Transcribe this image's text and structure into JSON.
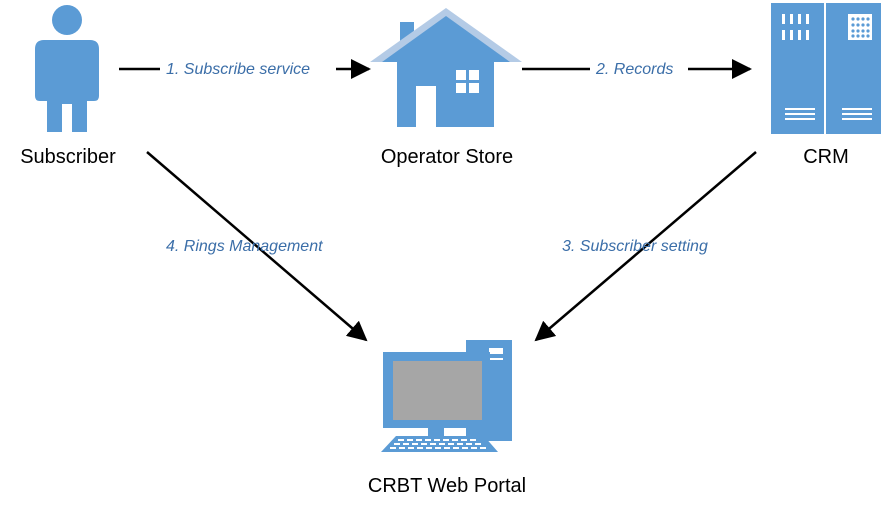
{
  "colors": {
    "icon_fill": "#5b9bd5",
    "icon_dark": "#4a88c7",
    "edge_label": "#3b6ea8",
    "arrow": "#000000",
    "monitor_screen": "#a6a6a6"
  },
  "nodes": {
    "subscriber": {
      "label": "Subscriber",
      "icon": "person-icon"
    },
    "operator_store": {
      "label": "Operator Store",
      "icon": "house-icon"
    },
    "crm": {
      "label": "CRM",
      "icon": "server-rack-icon"
    },
    "web_portal": {
      "label": "CRBT Web Portal",
      "icon": "desktop-computer-icon"
    }
  },
  "edges": [
    {
      "from": "subscriber",
      "to": "operator_store",
      "label": "1. Subscribe service"
    },
    {
      "from": "operator_store",
      "to": "crm",
      "label": "2. Records"
    },
    {
      "from": "crm",
      "to": "web_portal",
      "label": "3. Subscriber setting"
    },
    {
      "from": "subscriber",
      "to": "web_portal",
      "label": "4. Rings Management"
    }
  ]
}
